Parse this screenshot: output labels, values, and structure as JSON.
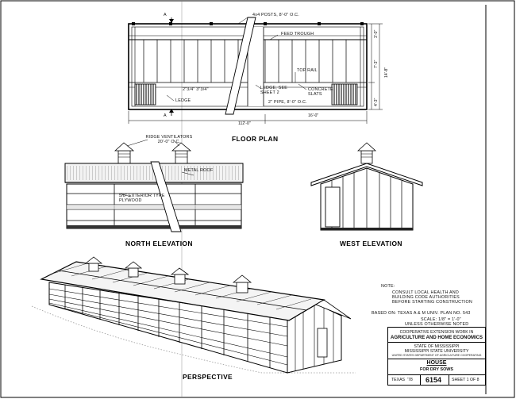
{
  "floor_plan": {
    "title": "FLOOR PLAN",
    "section_marker": "A",
    "labels": {
      "posts": "4x4 POSTS, 8'-0\" O.C.",
      "feed_trough": "FEED TROUGH",
      "top_rail": "TOP RAIL",
      "ledge_see_sheet": "LEDGE, SEE SHEET 2",
      "concrete_slats": "CONCRETE SLATS",
      "pipe": "2\" PIPE, 8'-0\" O.C.",
      "ledge": "LEDGE",
      "slat_size": "2\"3/4\" 3\"3/4\""
    },
    "dims": {
      "overall_length": "112'-0\"",
      "pen_length": "16'-0\"",
      "width": "14'-8\"",
      "front_depth": "7'-3\"",
      "back_depth": "4'-3\"",
      "end_small": "3'-0\""
    }
  },
  "north_elevation": {
    "title": "NORTH ELEVATION",
    "labels": {
      "ridge_ventilators": "RIDGE VENTILATORS 20'-0\" O.C.",
      "metal_roof": "METAL ROOF",
      "plywood": "5/8\" EXTERIOR TYPE PLYWOOD"
    }
  },
  "west_elevation": {
    "title": "WEST ELEVATION"
  },
  "perspective": {
    "title": "PERSPECTIVE"
  },
  "notes": {
    "heading": "NOTE:",
    "lines": [
      "CONSULT LOCAL HEALTH AND",
      "BUILDING CODE AUTHORITIES",
      "BEFORE STARTING CONSTRUCTION"
    ],
    "based_on": "BASED ON: TEXAS A & M UNIV. PLAN NO. 543",
    "scale": "SCALE: 1/8\" = 1'-0\"",
    "scale_note": "UNLESS OTHERWISE NOTED"
  },
  "title_block": {
    "agency_line1": "COOPERATIVE EXTENSION WORK IN",
    "agency_line2": "AGRICULTURE AND HOME ECONOMICS",
    "state": "STATE OF MISSISSIPPI",
    "university": "MISSISSIPPI STATE UNIVERSITY",
    "department": "UNITED STATES DEPARTMENT OF AGRICULTURE COOPERATING",
    "plan_title": "HOUSE",
    "plan_subtitle": "FOR DRY SOWS",
    "origin": "TEXAS",
    "year": "'78",
    "plan_number": "6154",
    "sheet": "SHEET 1 OF 8"
  }
}
